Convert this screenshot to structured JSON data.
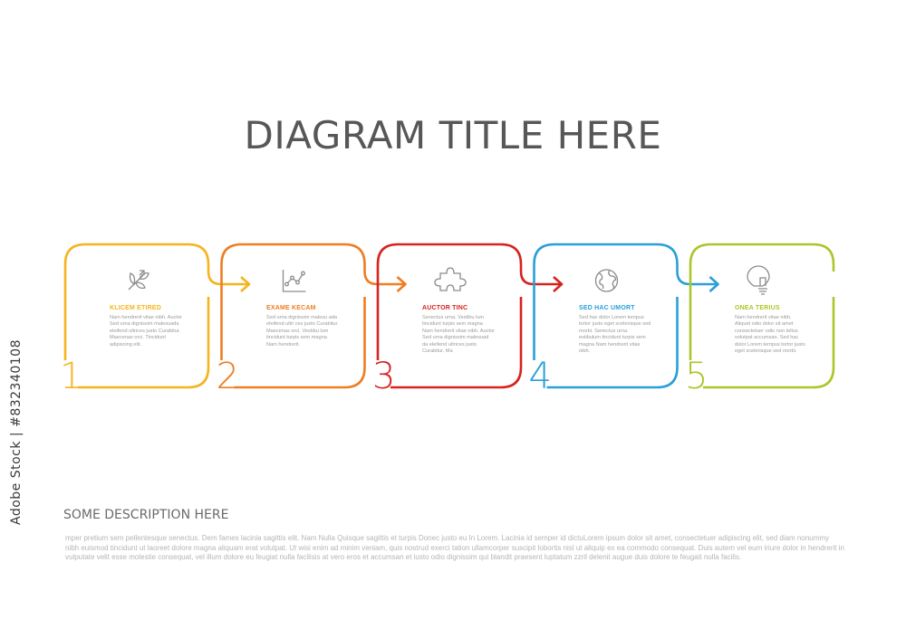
{
  "title": "DIAGRAM TITLE HERE",
  "steps": [
    {
      "number": "1",
      "label": "KLICEM ETIRED",
      "color": "#f5b41e",
      "icon": "growth-plant-icon",
      "text": "Nam hendrerit vitae nibh. Auctor Sed urna dignissim malesuada eleifend ultrices justo Curabitur. Maecenas orci. Tincidunt adipiscing elit."
    },
    {
      "number": "2",
      "label": "EXAME KECAM",
      "color": "#ef7d22",
      "icon": "line-chart-icon",
      "text": "Sed urna dignissim malesu ada eleifend ultri ces justo Curabitur. Maecenas orci. Vestibu lum tincidunt turpis sem magna Nam hendrerit."
    },
    {
      "number": "3",
      "label": "AUCTOR TINC",
      "color": "#d6231f",
      "icon": "puzzle-piece-icon",
      "text": "Senectus urna. Vestibu lum tincidunt turpis sem magna Nam hendrerit vitae nibh. Auctor Sed urna dignissim malesuad da eleifend ultrices justo Curabitur. Ma"
    },
    {
      "number": "4",
      "label": "SED HAC UMORT",
      "color": "#2a9fd8",
      "icon": "globe-icon",
      "text": "Sed hac dolor Lorem tempus tortor justo eget scelerisque sed morbi. Senectus urna. estibulum tincidunt turpis sem magna Nam hendrerit vitae nibh."
    },
    {
      "number": "5",
      "label": "ONEA TERIUS",
      "color": "#a9c72b",
      "icon": "lightbulb-icon",
      "text": "Nam hendrerit vitae nibh. Aliquet odio dolor sit amet consectetuer odio non tellus volutpat accumsan. Sed hac dolor Lorem tempus tortor justo eget scelerisque sed morbi."
    }
  ],
  "description": {
    "title": "SOME DESCRIPTION HERE",
    "body": "mper pretium sem pellentesque senectus. Dem fames lacinia sagittis elit. Nam Nulla Quisque sagittis et turpis Donec justo eu In Lorem. Lacinia id semper id dictuLorem ipsum dolor sit amet, consectetuer adipiscing elit, sed diam nonummy nibh euismod tincidunt ut laoreet dolore magna aliquam erat volutpat. Ut wisi enim ad minim veniam, quis nostrud exerci tation ullamcorper suscipit lobortis nisl ut aliquip ex ea commodo consequat. Duis autem vel eum iriure dolor in hendrerit in vulputate velit esse molestie consequat, vel illum dolore eu feugiat nulla facilisis at vero eros et accumsan et iusto odio dignissim qui blandit praesent luptatum zzril delenit augue duis dolore te feugait nulla facilis."
  },
  "stock_id": "Adobe Stock | #832340108"
}
